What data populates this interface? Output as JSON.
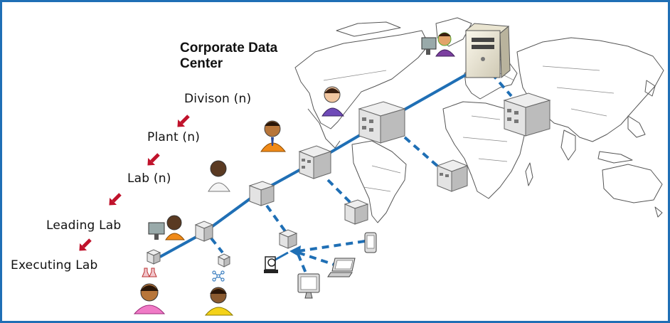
{
  "title": {
    "line1": "Corporate Data",
    "line2": "Center"
  },
  "hierarchy": [
    "Divison (n)",
    "Plant (n)",
    "Lab (n)",
    "Leading Lab",
    "Executing Lab"
  ],
  "colors": {
    "frame": "#1f6fb5",
    "link": "#1f6fb5",
    "arrow": "#c0122b",
    "map_line": "#555555",
    "building": "#d9d9d9"
  },
  "icons": [
    "world-map",
    "server-tower-icon",
    "building-icon",
    "user-avatar-icon",
    "laptop-icon",
    "desktop-monitor-icon",
    "tablet-icon",
    "lab-equipment-icon"
  ]
}
